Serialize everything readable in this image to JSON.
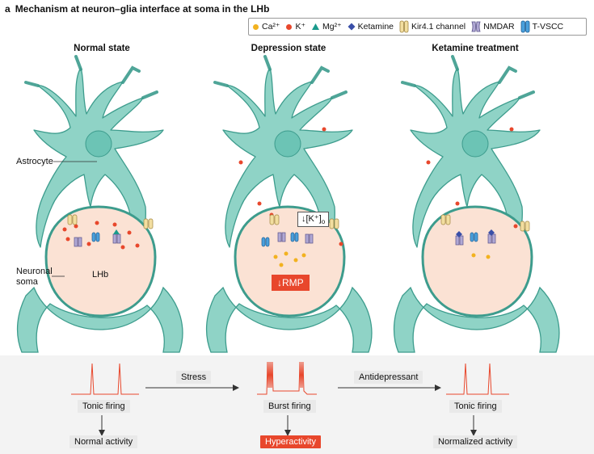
{
  "header": {
    "letter": "a",
    "title": "Mechanism at neuron–glia interface at soma in the LHb"
  },
  "legend": {
    "items": [
      {
        "label": "Ca²⁺",
        "color": "#f2b21f",
        "icon": "circle"
      },
      {
        "label": "K⁺",
        "color": "#e8472c",
        "icon": "circle"
      },
      {
        "label": "Mg²⁺",
        "color": "#1a9a8c",
        "icon": "triangle"
      },
      {
        "label": "Ketamine",
        "color": "#3a4fa8",
        "icon": "diamond"
      },
      {
        "label": "Kir4.1 channel",
        "color": "#f2dea0",
        "icon": "channel-kir"
      },
      {
        "label": "NMDAR",
        "color": "#8f86b8",
        "icon": "channel-nmdar"
      },
      {
        "label": "T-VSCC",
        "color": "#2b7fc4",
        "icon": "channel-tvscc"
      }
    ]
  },
  "panels": [
    {
      "title": "Normal state",
      "firing": "Tonic firing",
      "outcome": "Normal activity"
    },
    {
      "title": "Depression state",
      "firing": "Burst firing",
      "outcome": "Hyperactivity"
    },
    {
      "title": "Ketamine treatment",
      "firing": "Tonic firing",
      "outcome": "Normalized activity"
    }
  ],
  "labels": {
    "astrocyte": "Astrocyte",
    "neuronal_soma_line1": "Neuronal",
    "neuronal_soma_line2": "soma",
    "lhb": "LHb",
    "rmp": "↓RMP",
    "k_conc": "↓[K⁺]",
    "k_conc_sub": "o"
  },
  "transitions": {
    "stress": "Stress",
    "antidepressant": "Antidepressant"
  },
  "colors": {
    "astro_fill": "#8fd3c6",
    "astro_stroke": "#3d9c8d",
    "soma_fill": "#fbe2d4",
    "accent_red": "#e8472c",
    "trace_red": "#e8472c"
  }
}
